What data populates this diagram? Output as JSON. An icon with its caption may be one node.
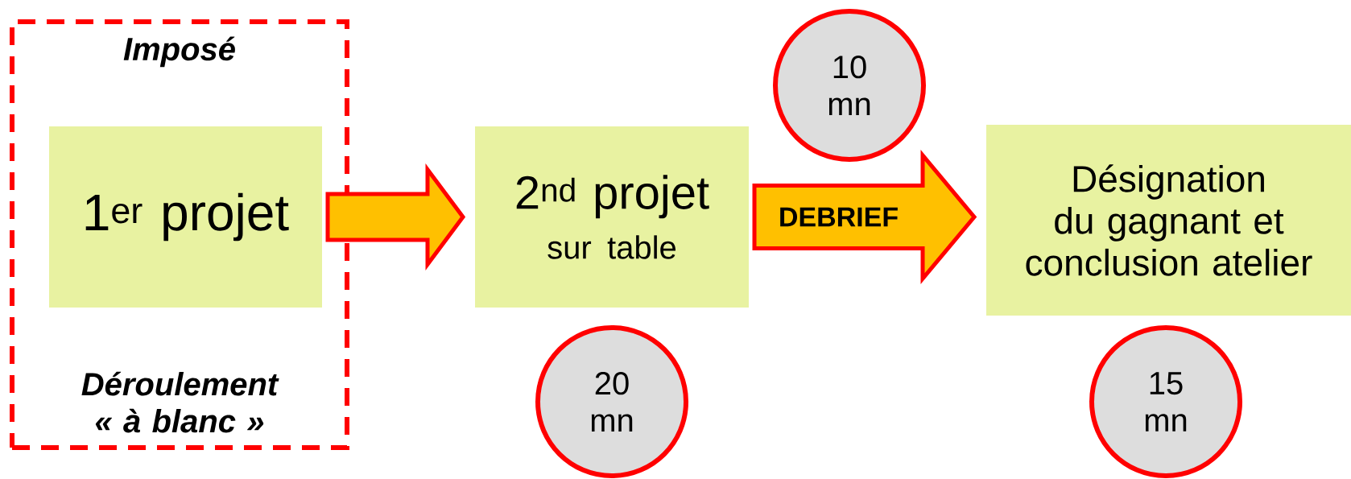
{
  "diagram": {
    "nodes": [
      {
        "text": [
          "*Imposé*",
          "*Déroulement « à blanc »*"
        ]
      },
      {
        "text": [
          "1$^{er}$ projet"
        ],
        "in": 0
      },
      {
        "text": [
          "2$^{nd}$ projet",
          "sur table"
        ]
      },
      {
        "text": [
          "Désignation du gagnant et conclusion atelier"
        ]
      },
      {
        "text": [
          "10 mn"
        ]
      },
      {
        "text": [
          "20 mn"
        ]
      },
      {
        "text": [
          "15 mn"
        ]
      }
    ],
    "edges": [
      {
        "from": 1,
        "to": 2,
        "arrow": "to"
      },
      {
        "from": 2,
        "to": 3,
        "arrow": "to",
        "label": "DEBRIEF"
      }
    ]
  }
}
